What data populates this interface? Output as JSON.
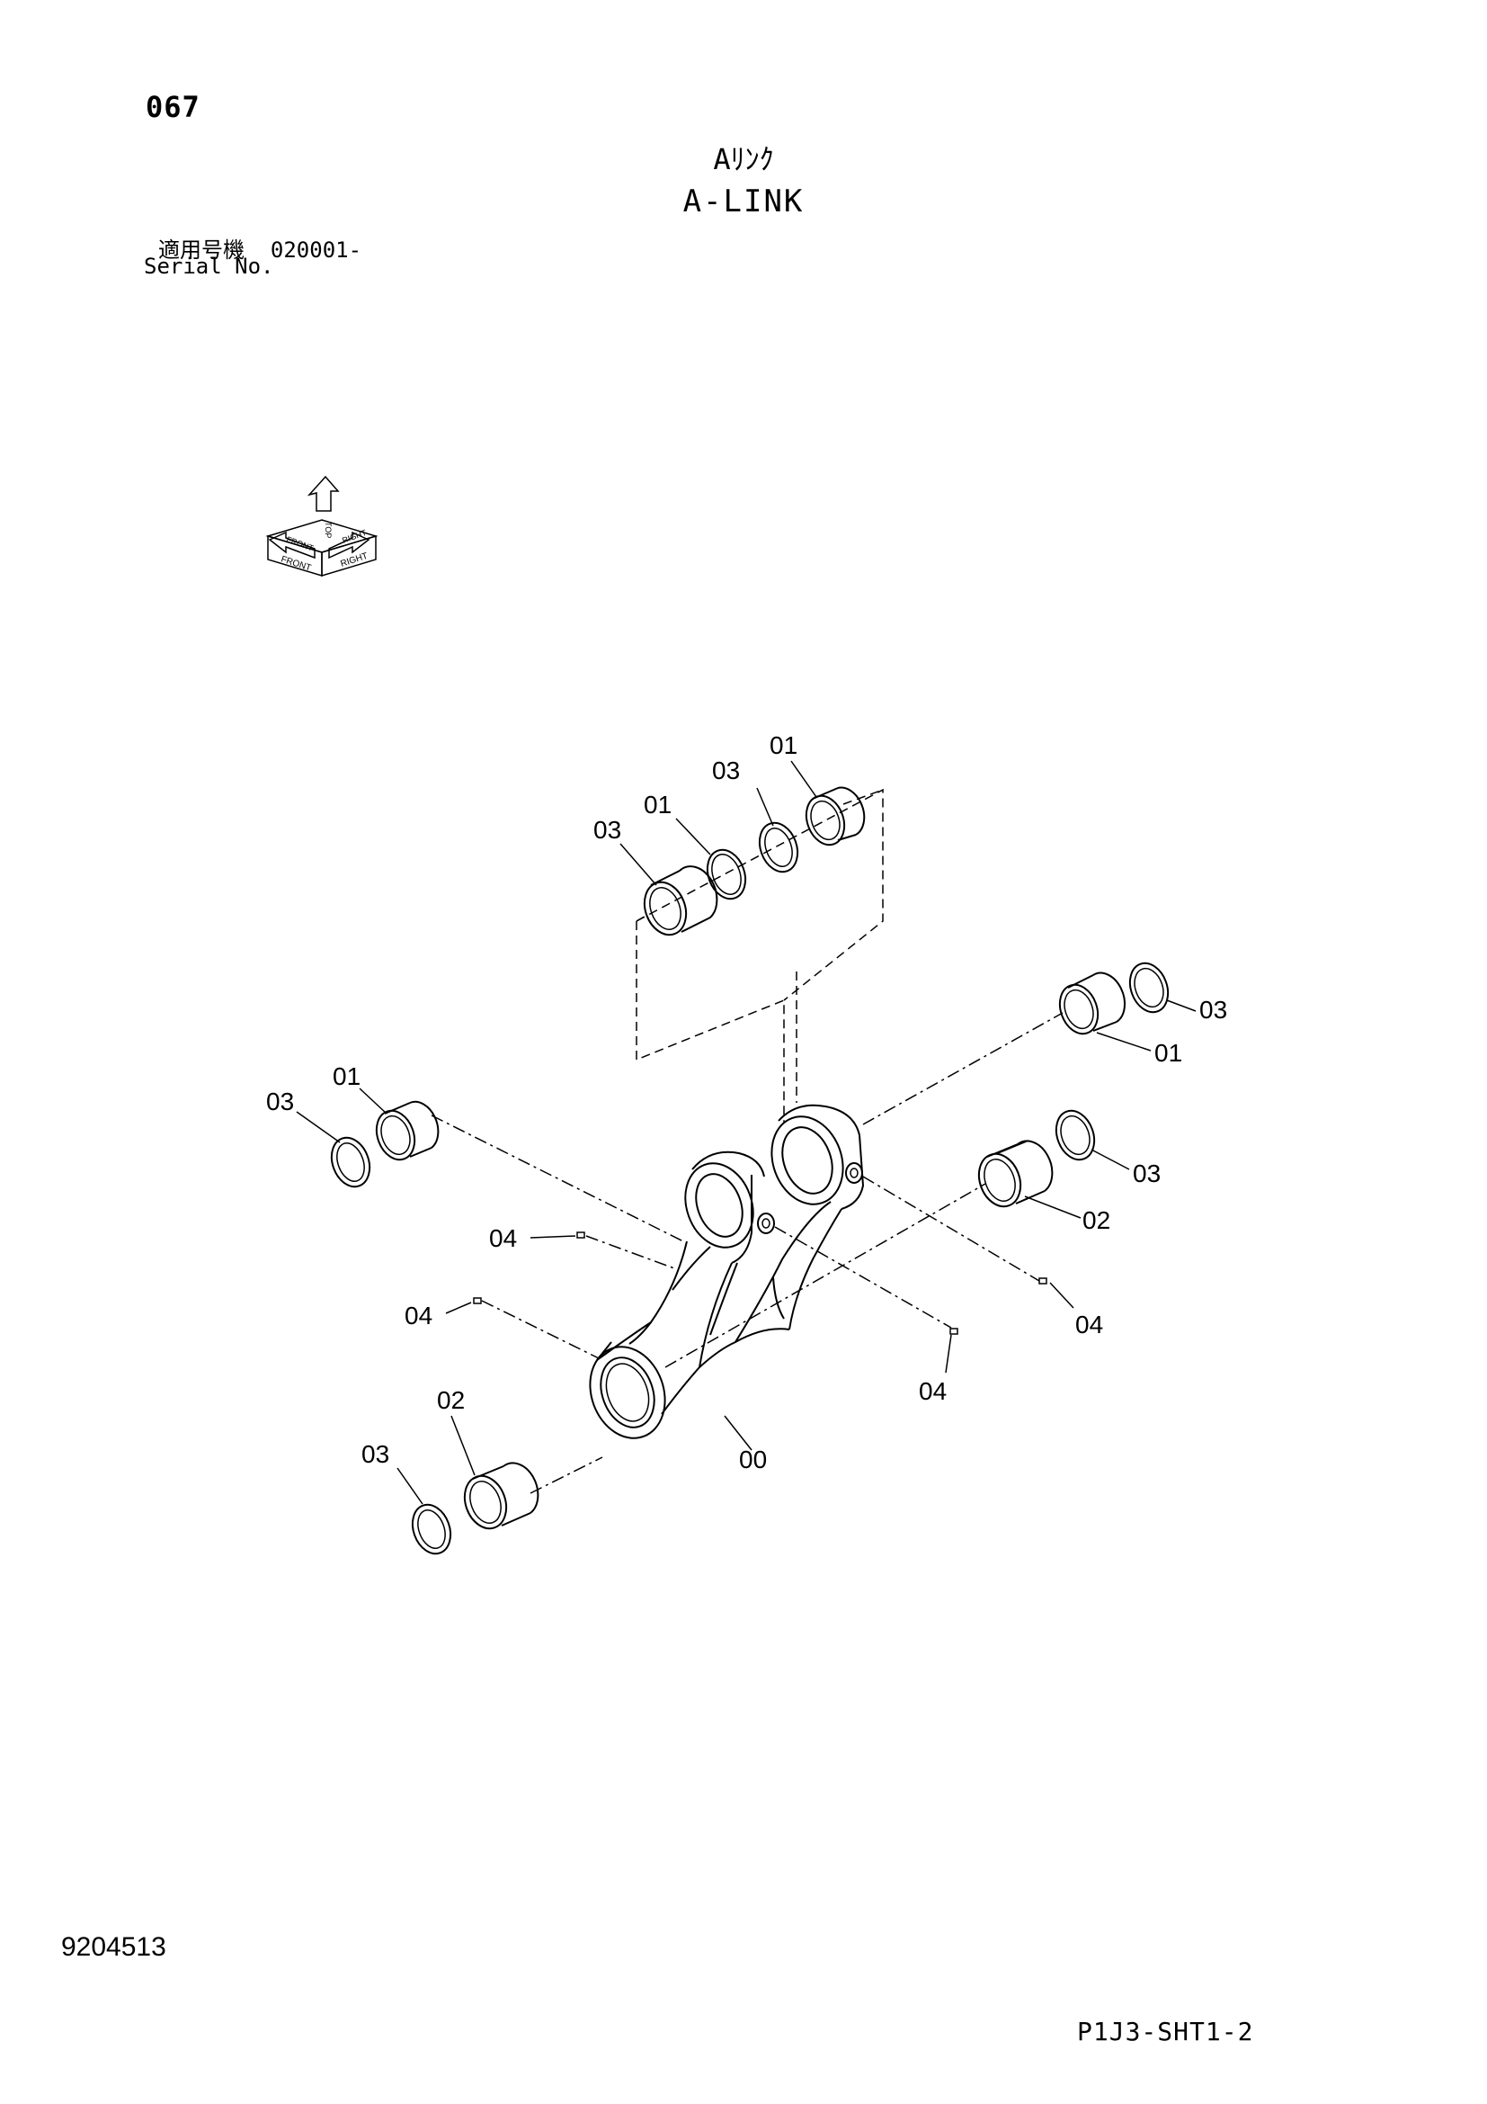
{
  "header": {
    "page_number": "067",
    "title_jp": "Aﾘﾝｸ",
    "title_en": "A-LINK",
    "serial_label_jp": "適用号機",
    "serial_range": "020001-",
    "serial_label_en": "Serial No."
  },
  "orientation_icon": {
    "labels": [
      "TOP",
      "FRONT",
      "RIGHT",
      "FRONT",
      "RIGHT"
    ]
  },
  "callouts": [
    {
      "id": "c1",
      "label": "01"
    },
    {
      "id": "c2",
      "label": "03"
    },
    {
      "id": "c3",
      "label": "01"
    },
    {
      "id": "c4",
      "label": "03"
    },
    {
      "id": "c5",
      "label": "03"
    },
    {
      "id": "c6",
      "label": "01"
    },
    {
      "id": "c7",
      "label": "03"
    },
    {
      "id": "c8",
      "label": "01"
    },
    {
      "id": "c9",
      "label": "03"
    },
    {
      "id": "c10",
      "label": "02"
    },
    {
      "id": "c11",
      "label": "04"
    },
    {
      "id": "c12",
      "label": "04"
    },
    {
      "id": "c13",
      "label": "04"
    },
    {
      "id": "c14",
      "label": "04"
    },
    {
      "id": "c15",
      "label": "02"
    },
    {
      "id": "c16",
      "label": "03"
    },
    {
      "id": "c17",
      "label": "00"
    }
  ],
  "footer": {
    "doc_number": "9204513",
    "sheet_code": "P1J3-SHT1-2"
  }
}
